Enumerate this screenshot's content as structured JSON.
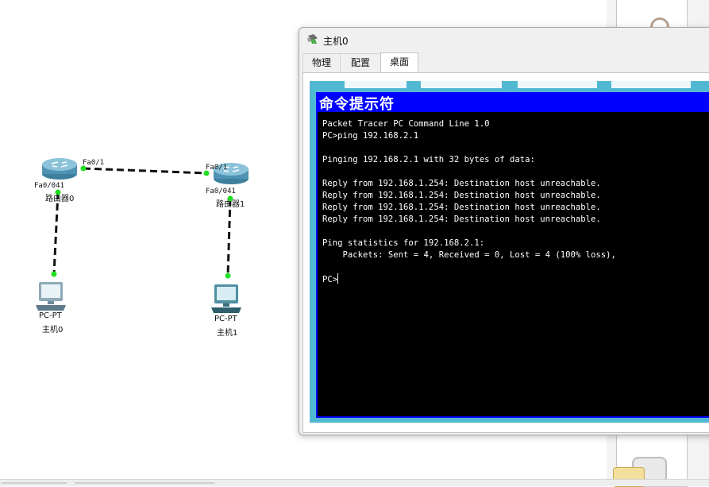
{
  "topology": {
    "links": [
      {
        "label_a": "Fa0/1",
        "label_b": "Fa0/1"
      },
      {
        "label_a": "Fa0/0",
        "label_b": ""
      },
      {
        "label_a": "Fa0/0",
        "label_b": ""
      }
    ],
    "routers": [
      {
        "name": "路由器0",
        "port": "Fa0/0",
        "port_suffix": "41"
      },
      {
        "name": "路由器1",
        "port": "Fa0/0",
        "port_suffix": "41"
      }
    ],
    "pcs": [
      {
        "model": "PC-PT",
        "name": "主机0"
      },
      {
        "model": "PC-PT",
        "name": "主机1"
      }
    ],
    "link_color": "#111111",
    "port_dot_color": "#22dd22"
  },
  "window": {
    "title": "主机0",
    "tabs": [
      {
        "label": "物理",
        "active": false
      },
      {
        "label": "配置",
        "active": false
      },
      {
        "label": "桌面",
        "active": true
      }
    ],
    "cmd": {
      "title": "命令提示符",
      "lines": [
        "Packet Tracer PC Command Line 1.0",
        "PC>ping 192.168.2.1",
        "",
        "Pinging 192.168.2.1 with 32 bytes of data:",
        "",
        "Reply from 192.168.1.254: Destination host unreachable.",
        "Reply from 192.168.1.254: Destination host unreachable.",
        "Reply from 192.168.1.254: Destination host unreachable.",
        "Reply from 192.168.1.254: Destination host unreachable.",
        "",
        "Ping statistics for 192.168.2.1:",
        "    Packets: Sent = 4, Received = 0, Lost = 4 (100% loss),",
        ""
      ],
      "prompt": "PC>"
    }
  },
  "colors": {
    "desktop_bg": "#51b8d2",
    "cmd_title_bg": "#0000ff",
    "console_bg": "#000000",
    "console_fg": "#ffffff"
  }
}
